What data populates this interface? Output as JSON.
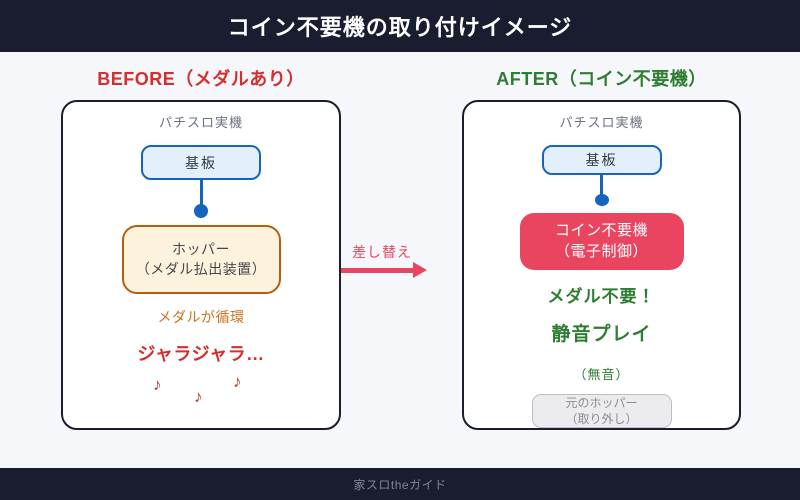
{
  "header": {
    "title": "コイン不要機の取り付けイメージ"
  },
  "footer": {
    "brand": "家スロtheガイド"
  },
  "before": {
    "label": "BEFORE（メダルあり）",
    "machine_label": "パチスロ実機",
    "board_label": "基板",
    "hopper_line1": "ホッパー",
    "hopper_line2": "（メダル払出装置）",
    "caption": "メダルが循環",
    "sound": "ジャラジャラ…",
    "notes": [
      "♪",
      "♪",
      "♪"
    ]
  },
  "after": {
    "label": "AFTER（コイン不要機）",
    "machine_label": "パチスロ実機",
    "board_label": "基板",
    "device_line1": "コイン不要機",
    "device_line2": "（電子制御）",
    "benefit1": "メダル不要！",
    "benefit2": "静音プレイ",
    "benefit3": "（無音）",
    "removed_line1": "元のホッパー",
    "removed_line2": "（取り外し）"
  },
  "transition": {
    "label": "差し替え"
  },
  "colors": {
    "navy": "#1a1d30",
    "background": "#f5f7fa",
    "before_accent": "#d32f2f",
    "after_accent": "#2e7d32",
    "transition_pink": "#e94560",
    "board_border_blue": "#1565c0",
    "board_fill_blue": "#e3f0fb",
    "hopper_border_orange": "#b45f0e",
    "hopper_fill_cream": "#fdf3dd",
    "caption_orange": "#c9731f",
    "removed_gray_fill": "#ececee"
  }
}
